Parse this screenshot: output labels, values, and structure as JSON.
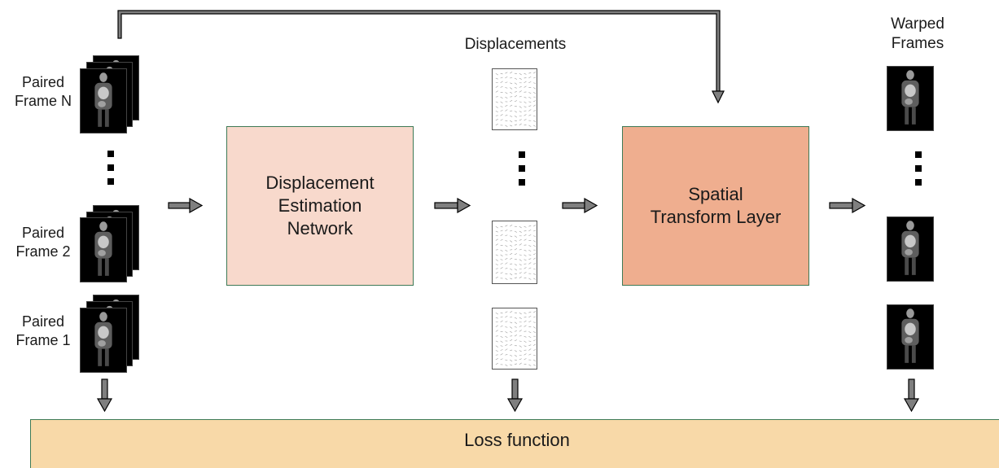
{
  "inputs": {
    "frame_n_label": "Paired\nFrame N",
    "frame_2_label": "Paired\nFrame 2",
    "frame_1_label": "Paired\nFrame 1"
  },
  "network": {
    "label": "Displacement Estimation Network",
    "fill": "#f8d9cc"
  },
  "displacements": {
    "label": "Displacements"
  },
  "transform": {
    "label": "Spatial Transform Layer",
    "fill": "#efae8f"
  },
  "outputs": {
    "label": "Warped Frames"
  },
  "loss": {
    "label": "Loss function",
    "fill": "#f8d9a8"
  },
  "colors": {
    "arrow_fill": "#7f7f7f",
    "arrow_stroke": "#000000",
    "box_border": "#3e7a56"
  }
}
